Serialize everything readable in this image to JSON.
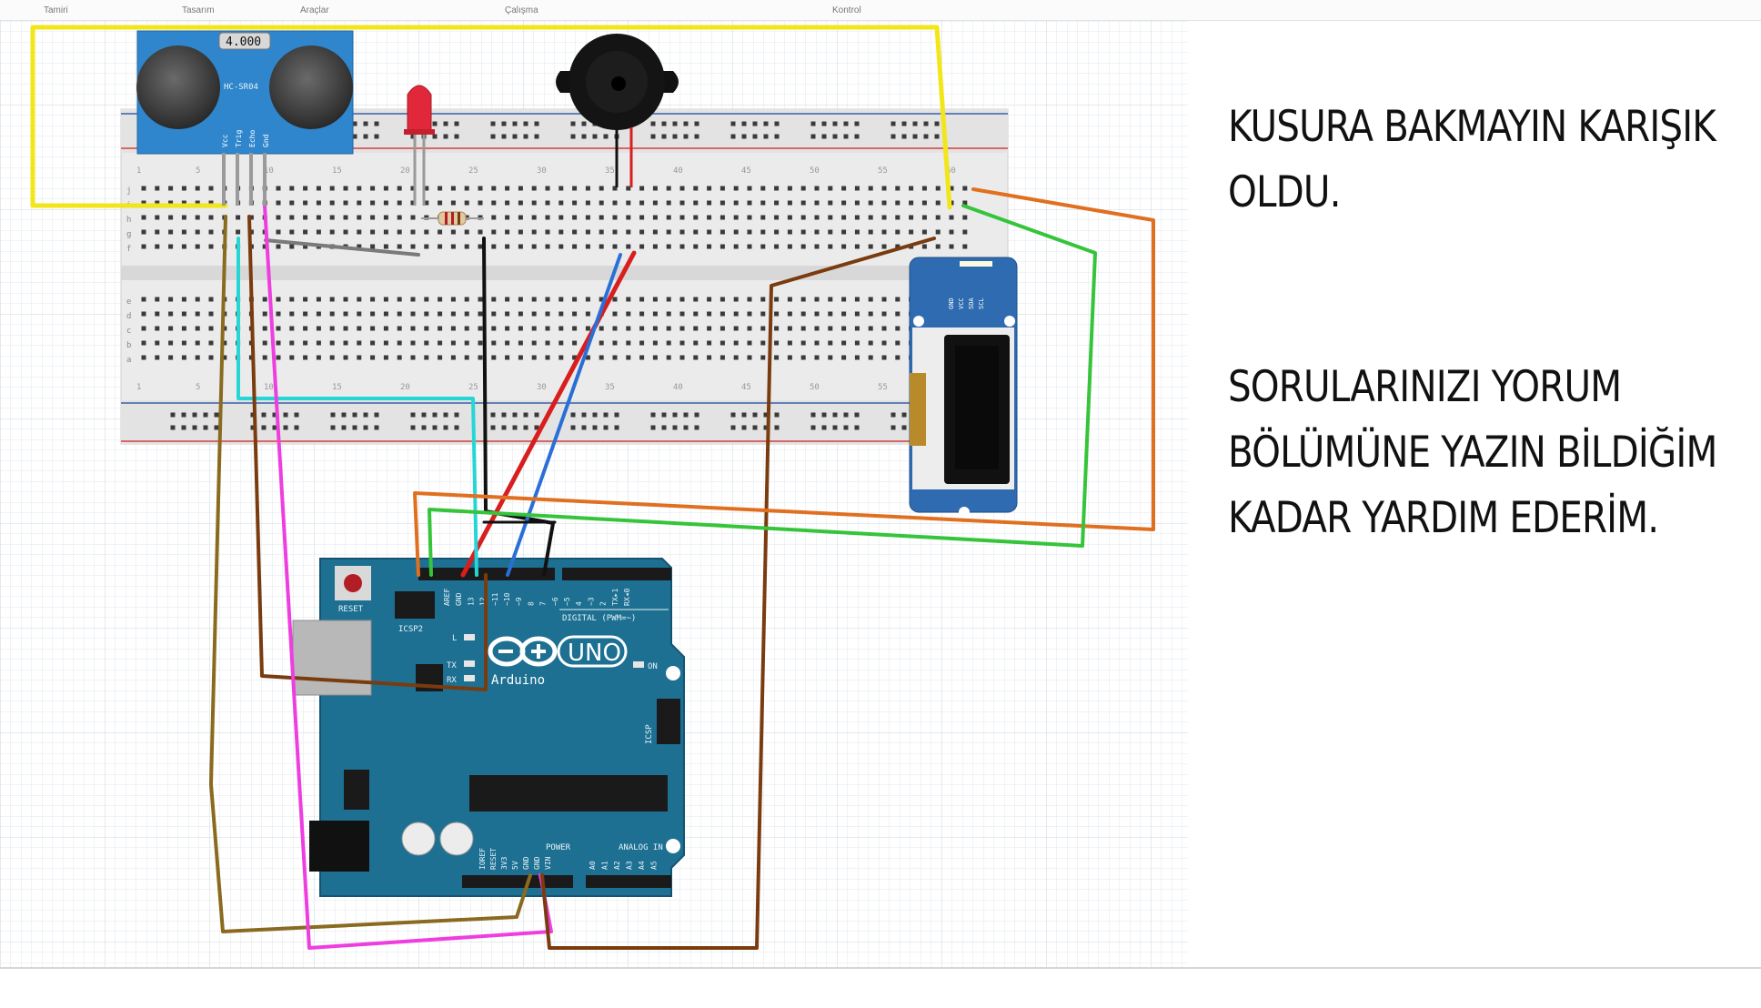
{
  "toolbar": {
    "items": [
      "Tamiri",
      "Tasarım",
      "Araçlar",
      "Çalışma",
      "Kontrol"
    ]
  },
  "notes": {
    "line1": "KUSURA BAKMAYIN KARIŞIK",
    "line2": "OLDU.",
    "line3": "SORULARINIZI YORUM",
    "line4": "BÖLÜMÜNE YAZIN BİLDİĞİM",
    "line5": "KADAR YARDIM EDERİM."
  },
  "components": {
    "sensor": {
      "display": "4.000",
      "model": "HC-SR04",
      "pins": [
        "Vcc",
        "Trig",
        "Echo",
        "Gnd"
      ]
    },
    "breadboard": {
      "row_labels": [
        "j",
        "i",
        "h",
        "g",
        "f",
        "e",
        "d",
        "c",
        "b",
        "a"
      ],
      "column_numbers": [
        "1",
        "5",
        "10",
        "15",
        "20",
        "25",
        "30",
        "35",
        "40",
        "45",
        "50",
        "55",
        "60"
      ]
    },
    "arduino": {
      "brand": "Arduino",
      "model": "UNO",
      "reset": "RESET",
      "icsp2": "ICSP2",
      "icsp": "ICSP",
      "led_l": "L",
      "led_tx": "TX",
      "led_rx": "RX",
      "led_on": "ON",
      "digital_label": "DIGITAL (PWM=~)",
      "digital_pins": [
        "AREF",
        "GND",
        "13",
        "12",
        "~11",
        "~10",
        "~9",
        "8",
        "7",
        "~6",
        "~5",
        "4",
        "~3",
        "2",
        "TX▸1",
        "RX◂0"
      ],
      "power_label": "POWER",
      "power_pins": [
        "IOREF",
        "RESET",
        "3V3",
        "5V",
        "GND",
        "GND",
        "VIN"
      ],
      "analog_label": "ANALOG IN",
      "analog_pins": [
        "A0",
        "A1",
        "A2",
        "A3",
        "A4",
        "A5"
      ]
    },
    "oled": {
      "pins": [
        "GND",
        "VCC",
        "SDA",
        "SCL"
      ]
    }
  },
  "colors": {
    "wire_yellow": "#f2e61a",
    "wire_cyan": "#26d6d6",
    "wire_pink": "#ee3ee0",
    "wire_brown": "#7a3b0e",
    "wire_olive": "#8a6a1e",
    "wire_red": "#d81e1e",
    "wire_blue": "#2a6fd6",
    "wire_orange": "#e07020",
    "wire_green": "#35c43a",
    "wire_gray": "#7a7a7a",
    "wire_black": "#111111",
    "board_teal": "#1f6f8f",
    "board_dark": "#135a75",
    "grove_blue": "#2f6bb0"
  }
}
